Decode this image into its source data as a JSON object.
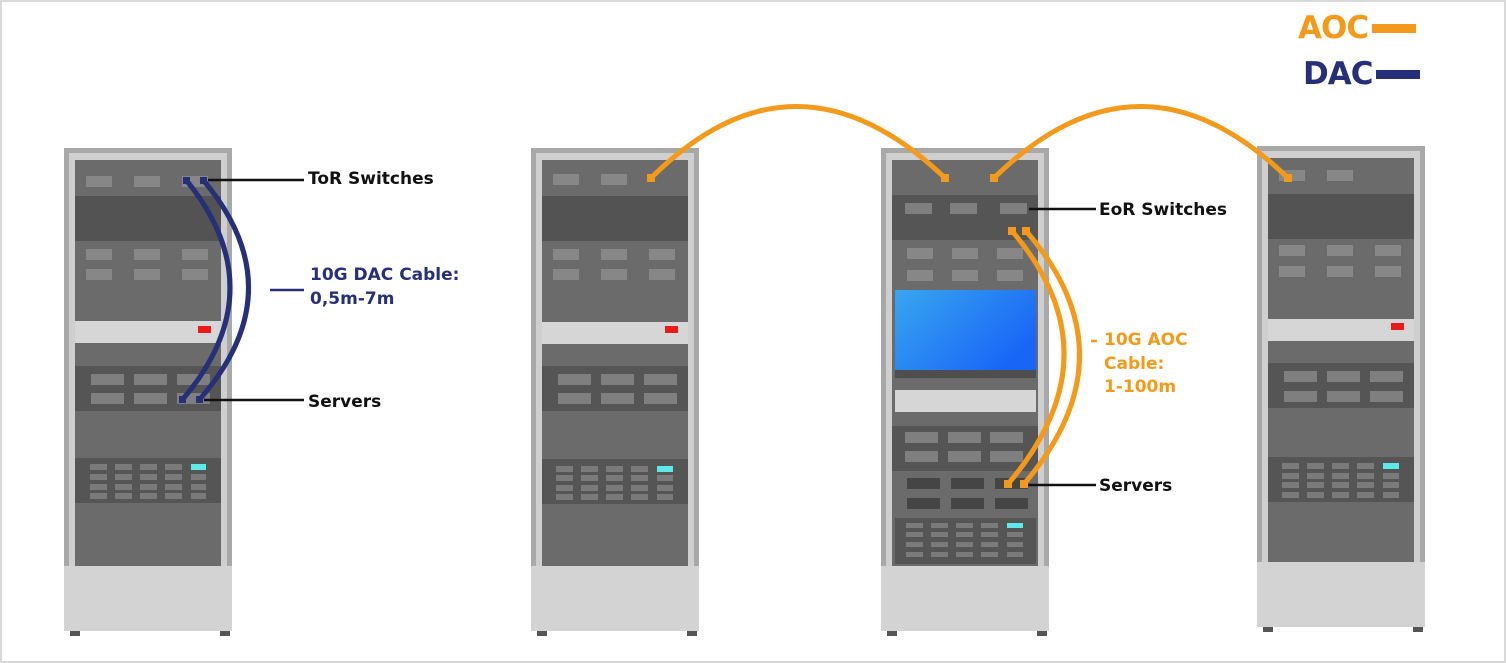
{
  "colors": {
    "aoc": "#f39a1a",
    "dac": "#253078",
    "label_text": "#111111",
    "rack_frame": "#a9a9a9",
    "rack_rail": "#cfcfcf",
    "rack_body": "#6b6b6b",
    "rack_dark": "#525252",
    "rack_slot": "#878787",
    "rack_base": "#d3d3d3",
    "indicator_red": "#e81a1a",
    "indicator_cyan": "#5fe8e8",
    "screen_blue_start": "#36a4f0",
    "screen_blue_end": "#1a66f5"
  },
  "legend": {
    "items": [
      {
        "label": "AOC",
        "color": "#f39a1a"
      },
      {
        "label": "DAC",
        "color": "#253078"
      }
    ]
  },
  "annotations": {
    "tor_switches": "ToR Switches",
    "dac_cable_line1": "10G DAC Cable:",
    "dac_cable_line2": "0,5m-7m",
    "servers_left": "Servers",
    "eor_switches": "EoR Switches",
    "aoc_cable_line1": "10G AOC",
    "aoc_cable_line2": "Cable:",
    "aoc_cable_line3": "1-100m",
    "servers_right": "Servers"
  },
  "racks": [
    {
      "id": "rack-1",
      "role": "ToR rack"
    },
    {
      "id": "rack-2",
      "role": "server rack"
    },
    {
      "id": "rack-3",
      "role": "EoR rack"
    },
    {
      "id": "rack-4",
      "role": "server rack"
    }
  ]
}
